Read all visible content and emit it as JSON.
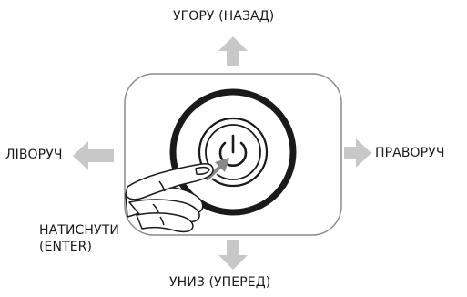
{
  "labels": {
    "up": "УГОРУ (НАЗАД)",
    "down": "УНИЗ (УПЕРЕД)",
    "left": "ЛІВОРУЧ",
    "right": "ПРАВОРУЧ",
    "press_line1": "НАТИСНУТИ",
    "press_line2": "(ENTER)"
  },
  "icons": {
    "center": "power-icon",
    "arrows": [
      "arrow-up-icon",
      "arrow-down-icon",
      "arrow-left-icon",
      "arrow-right-icon"
    ],
    "hand": "hand-pressing-icon"
  },
  "colors": {
    "arrow_fill": "#c8c8c8",
    "outline": "#1a1a1a",
    "panel_border": "#8c8c8c",
    "press_arrow": "#888888"
  }
}
